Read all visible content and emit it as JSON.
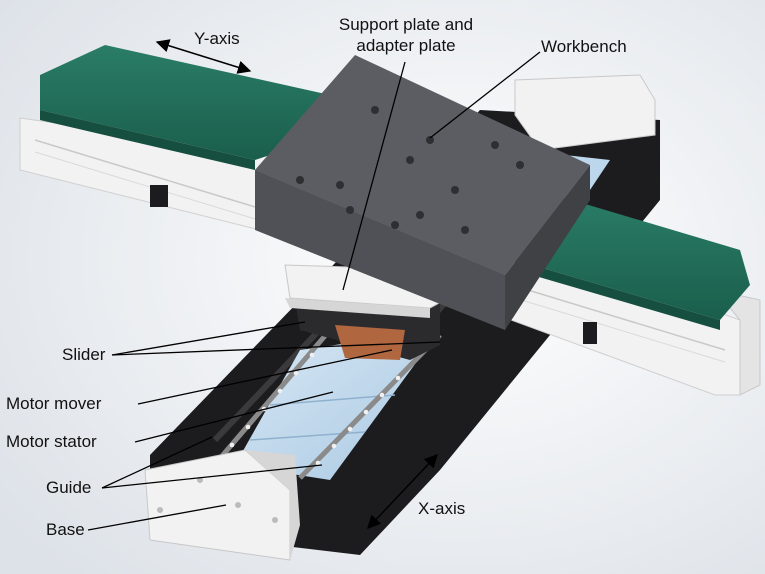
{
  "labels": {
    "y_axis": "Y-axis",
    "x_axis": "X-axis",
    "support_plate_line1": "Support plate and",
    "support_plate_line2": "adapter plate",
    "workbench": "Workbench",
    "slider": "Slider",
    "motor_mover": "Motor mover",
    "motor_stator": "Motor stator",
    "guide": "Guide",
    "base": "Base"
  },
  "colors": {
    "background_fade": "#dde2e8",
    "green_cover": "#1f6b57",
    "green_cover_dark": "#164f40",
    "white_parts": "#f2f2f2",
    "white_parts_shade": "#d6d6d6",
    "gray_workbench_top": "#5b5d62",
    "gray_workbench_side": "#46484c",
    "black_profile": "#1c1c1e",
    "stator_blue": "#bcd7ec",
    "mover_copper": "#b0663f"
  }
}
